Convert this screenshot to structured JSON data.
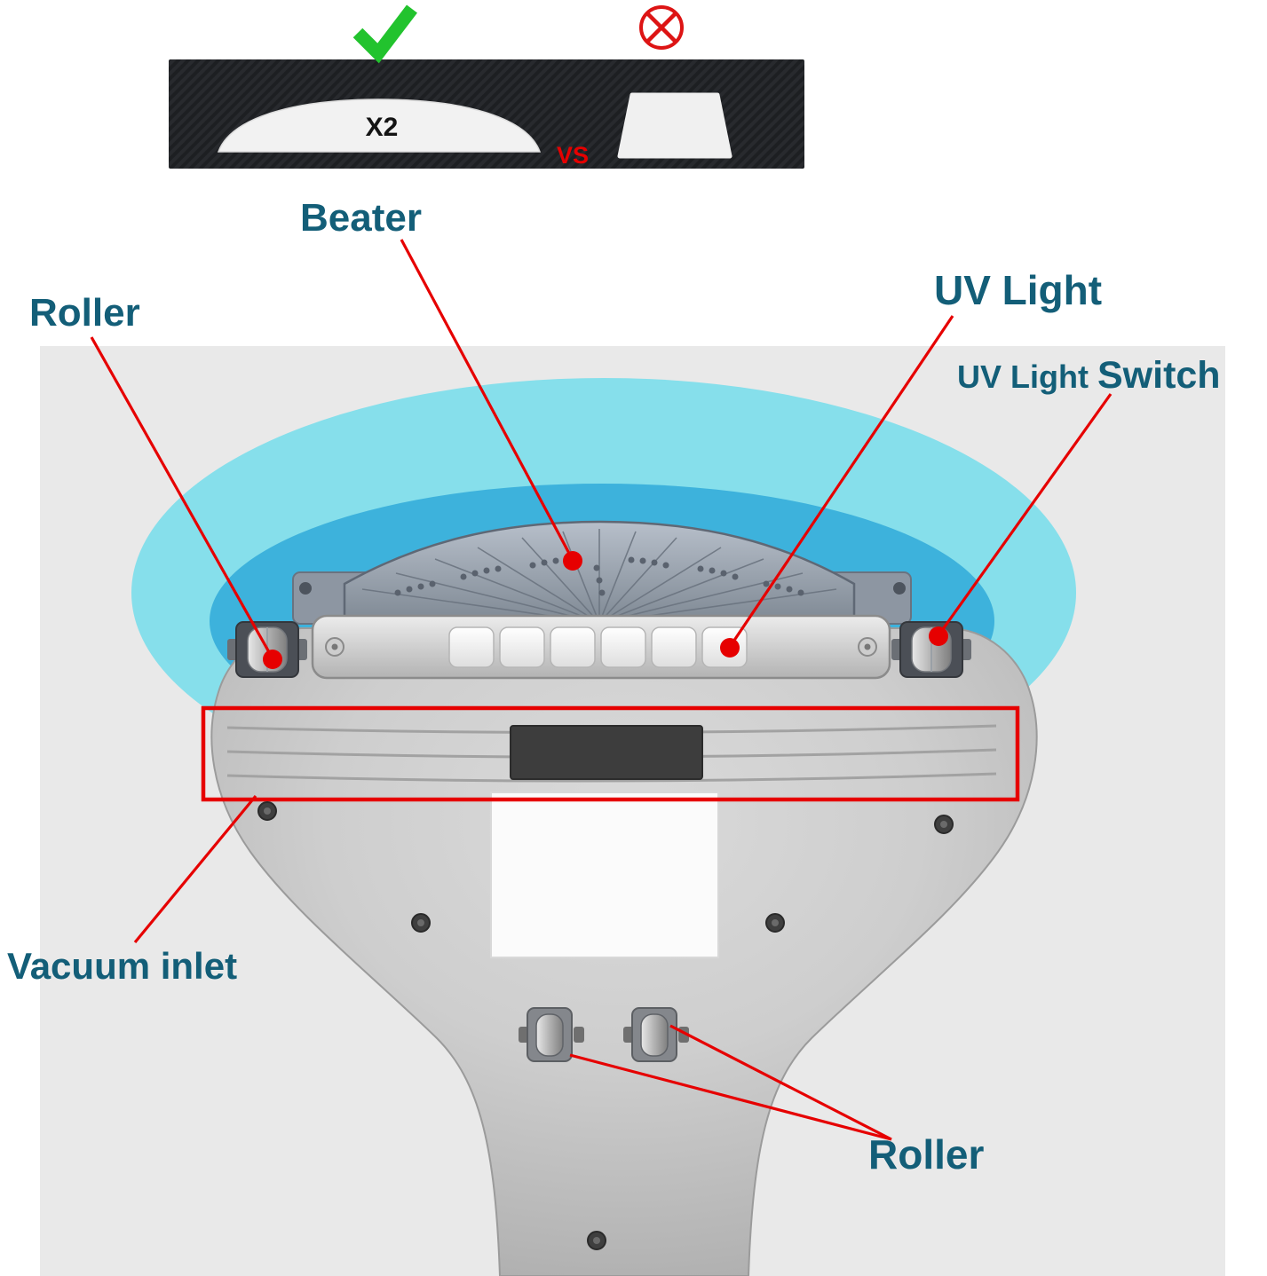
{
  "inset": {
    "x2_label": "X2",
    "vs_label": "VS",
    "icons": {
      "approved": "check-icon",
      "rejected": "cross-circle-icon"
    }
  },
  "labels": {
    "beater": "Beater",
    "roller_left": "Roller",
    "uv_light": "UV Light",
    "uv_switch_prefix": "UV Light",
    "uv_switch_word": "Switch",
    "vacuum_inlet": "Vacuum inlet",
    "roller_bottom": "Roller"
  },
  "colors": {
    "label_text": "#135e78",
    "annotation_red": "#e60000",
    "check_green": "#22c32e",
    "cross_red": "#dd1414",
    "glow_light": "#6adcec",
    "glow_dark": "#2ba6d8"
  }
}
